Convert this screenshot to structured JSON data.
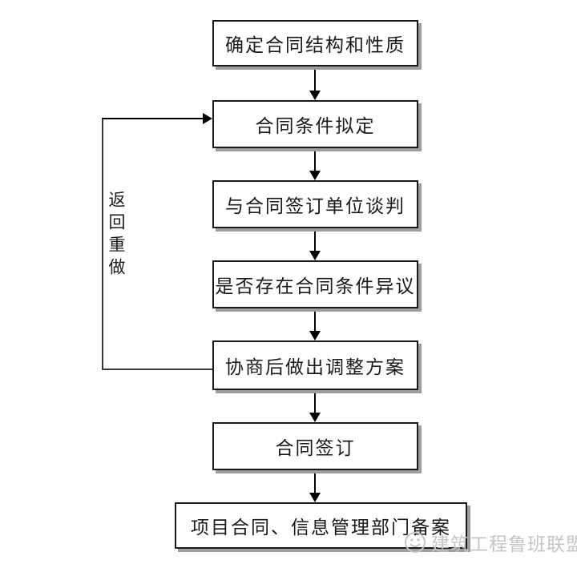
{
  "flowchart": {
    "nodes": [
      {
        "id": "determine-structure",
        "label": "确定合同结构和性质"
      },
      {
        "id": "draft-conditions",
        "label": "合同条件拟定"
      },
      {
        "id": "negotiate-with-signer",
        "label": "与合同签订单位谈判"
      },
      {
        "id": "check-objections",
        "label": "是否存在合同条件异议"
      },
      {
        "id": "adjustment-plan",
        "label": "协商后做出调整方案"
      },
      {
        "id": "sign-contract",
        "label": "合同签订"
      },
      {
        "id": "filing",
        "label": "项目合同、信息管理部门备案"
      }
    ],
    "edges": [
      {
        "from": "determine-structure",
        "to": "draft-conditions",
        "type": "arrow-down"
      },
      {
        "from": "draft-conditions",
        "to": "negotiate-with-signer",
        "type": "arrow-down"
      },
      {
        "from": "negotiate-with-signer",
        "to": "check-objections",
        "type": "arrow-down"
      },
      {
        "from": "check-objections",
        "to": "adjustment-plan",
        "type": "arrow-down"
      },
      {
        "from": "adjustment-plan",
        "to": "sign-contract",
        "type": "arrow-down"
      },
      {
        "from": "sign-contract",
        "to": "filing",
        "type": "arrow-down"
      },
      {
        "from": "adjustment-plan",
        "to": "draft-conditions",
        "type": "feedback-loop-left",
        "label": "返回重做"
      }
    ],
    "feedback_label": "返回重做",
    "colors": {
      "border-color": "#1a1a1a",
      "shadow-color": "#9e9e9e",
      "line-color": "#000000",
      "watermark-color": "#c5c5c5"
    }
  },
  "watermark": {
    "text": "建筑工程鲁班联盟",
    "icon": "smiley-logo-icon"
  }
}
